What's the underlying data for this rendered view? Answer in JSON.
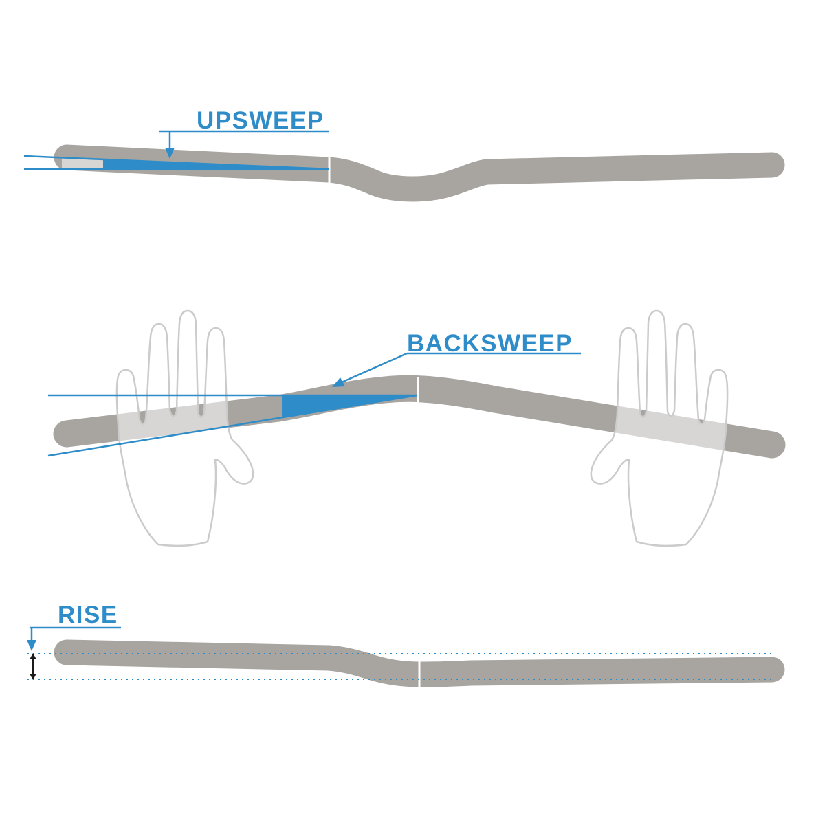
{
  "colors": {
    "accent_blue": "#2e8cc9",
    "bar_gray": "#a8a5a1",
    "hand_outline_gray": "#cbcbcb",
    "hand_fill_white": "rgba(255,255,255,0.55)",
    "measurement_black": "#1a1a1a",
    "background_white": "#ffffff"
  },
  "diagrams": {
    "top": {
      "label": "UPSWEEP"
    },
    "middle": {
      "label": "BACKSWEEP"
    },
    "bottom": {
      "label": "RISE"
    }
  }
}
